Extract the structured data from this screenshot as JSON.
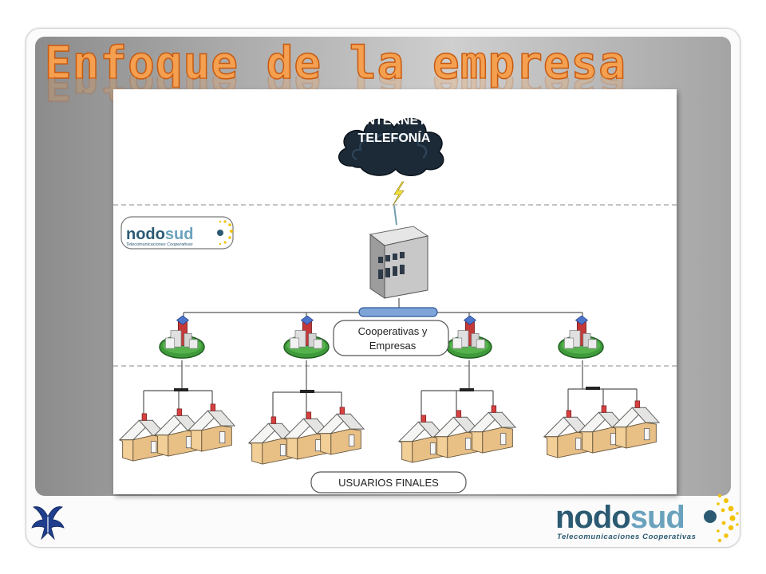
{
  "slide": {
    "title": "Enfoque de la empresa"
  },
  "diagram": {
    "cloud": {
      "line1": "INTERNET",
      "line2": "TELEFONÍA"
    },
    "inner_logo": {
      "brand_left": "nodo",
      "brand_right": "sud",
      "tagline": "Telecomunicaciones Cooperativas"
    },
    "cooperativas_label": {
      "line1": "Cooperativas y",
      "line2": "Empresas"
    },
    "usuarios_label": "USUARIOS FINALES"
  },
  "footer_logo": {
    "brand_left": "nodo",
    "brand_right": "sud",
    "tagline": "Telecomunicaciones Cooperativas"
  },
  "colors": {
    "title_fill": "#f4a050",
    "title_stroke": "#c85a10",
    "brand_dark": "#2b5a72",
    "brand_light": "#6aa2bd",
    "sun": "#f2c200",
    "cloud": "#1c2a38"
  },
  "icons": [
    "cloud-icon",
    "lightning-icon",
    "server-building-icon",
    "network-bus-icon",
    "cooperative-building-icon",
    "house-icon",
    "sun-dots-icon",
    "institution-emblem-icon"
  ]
}
